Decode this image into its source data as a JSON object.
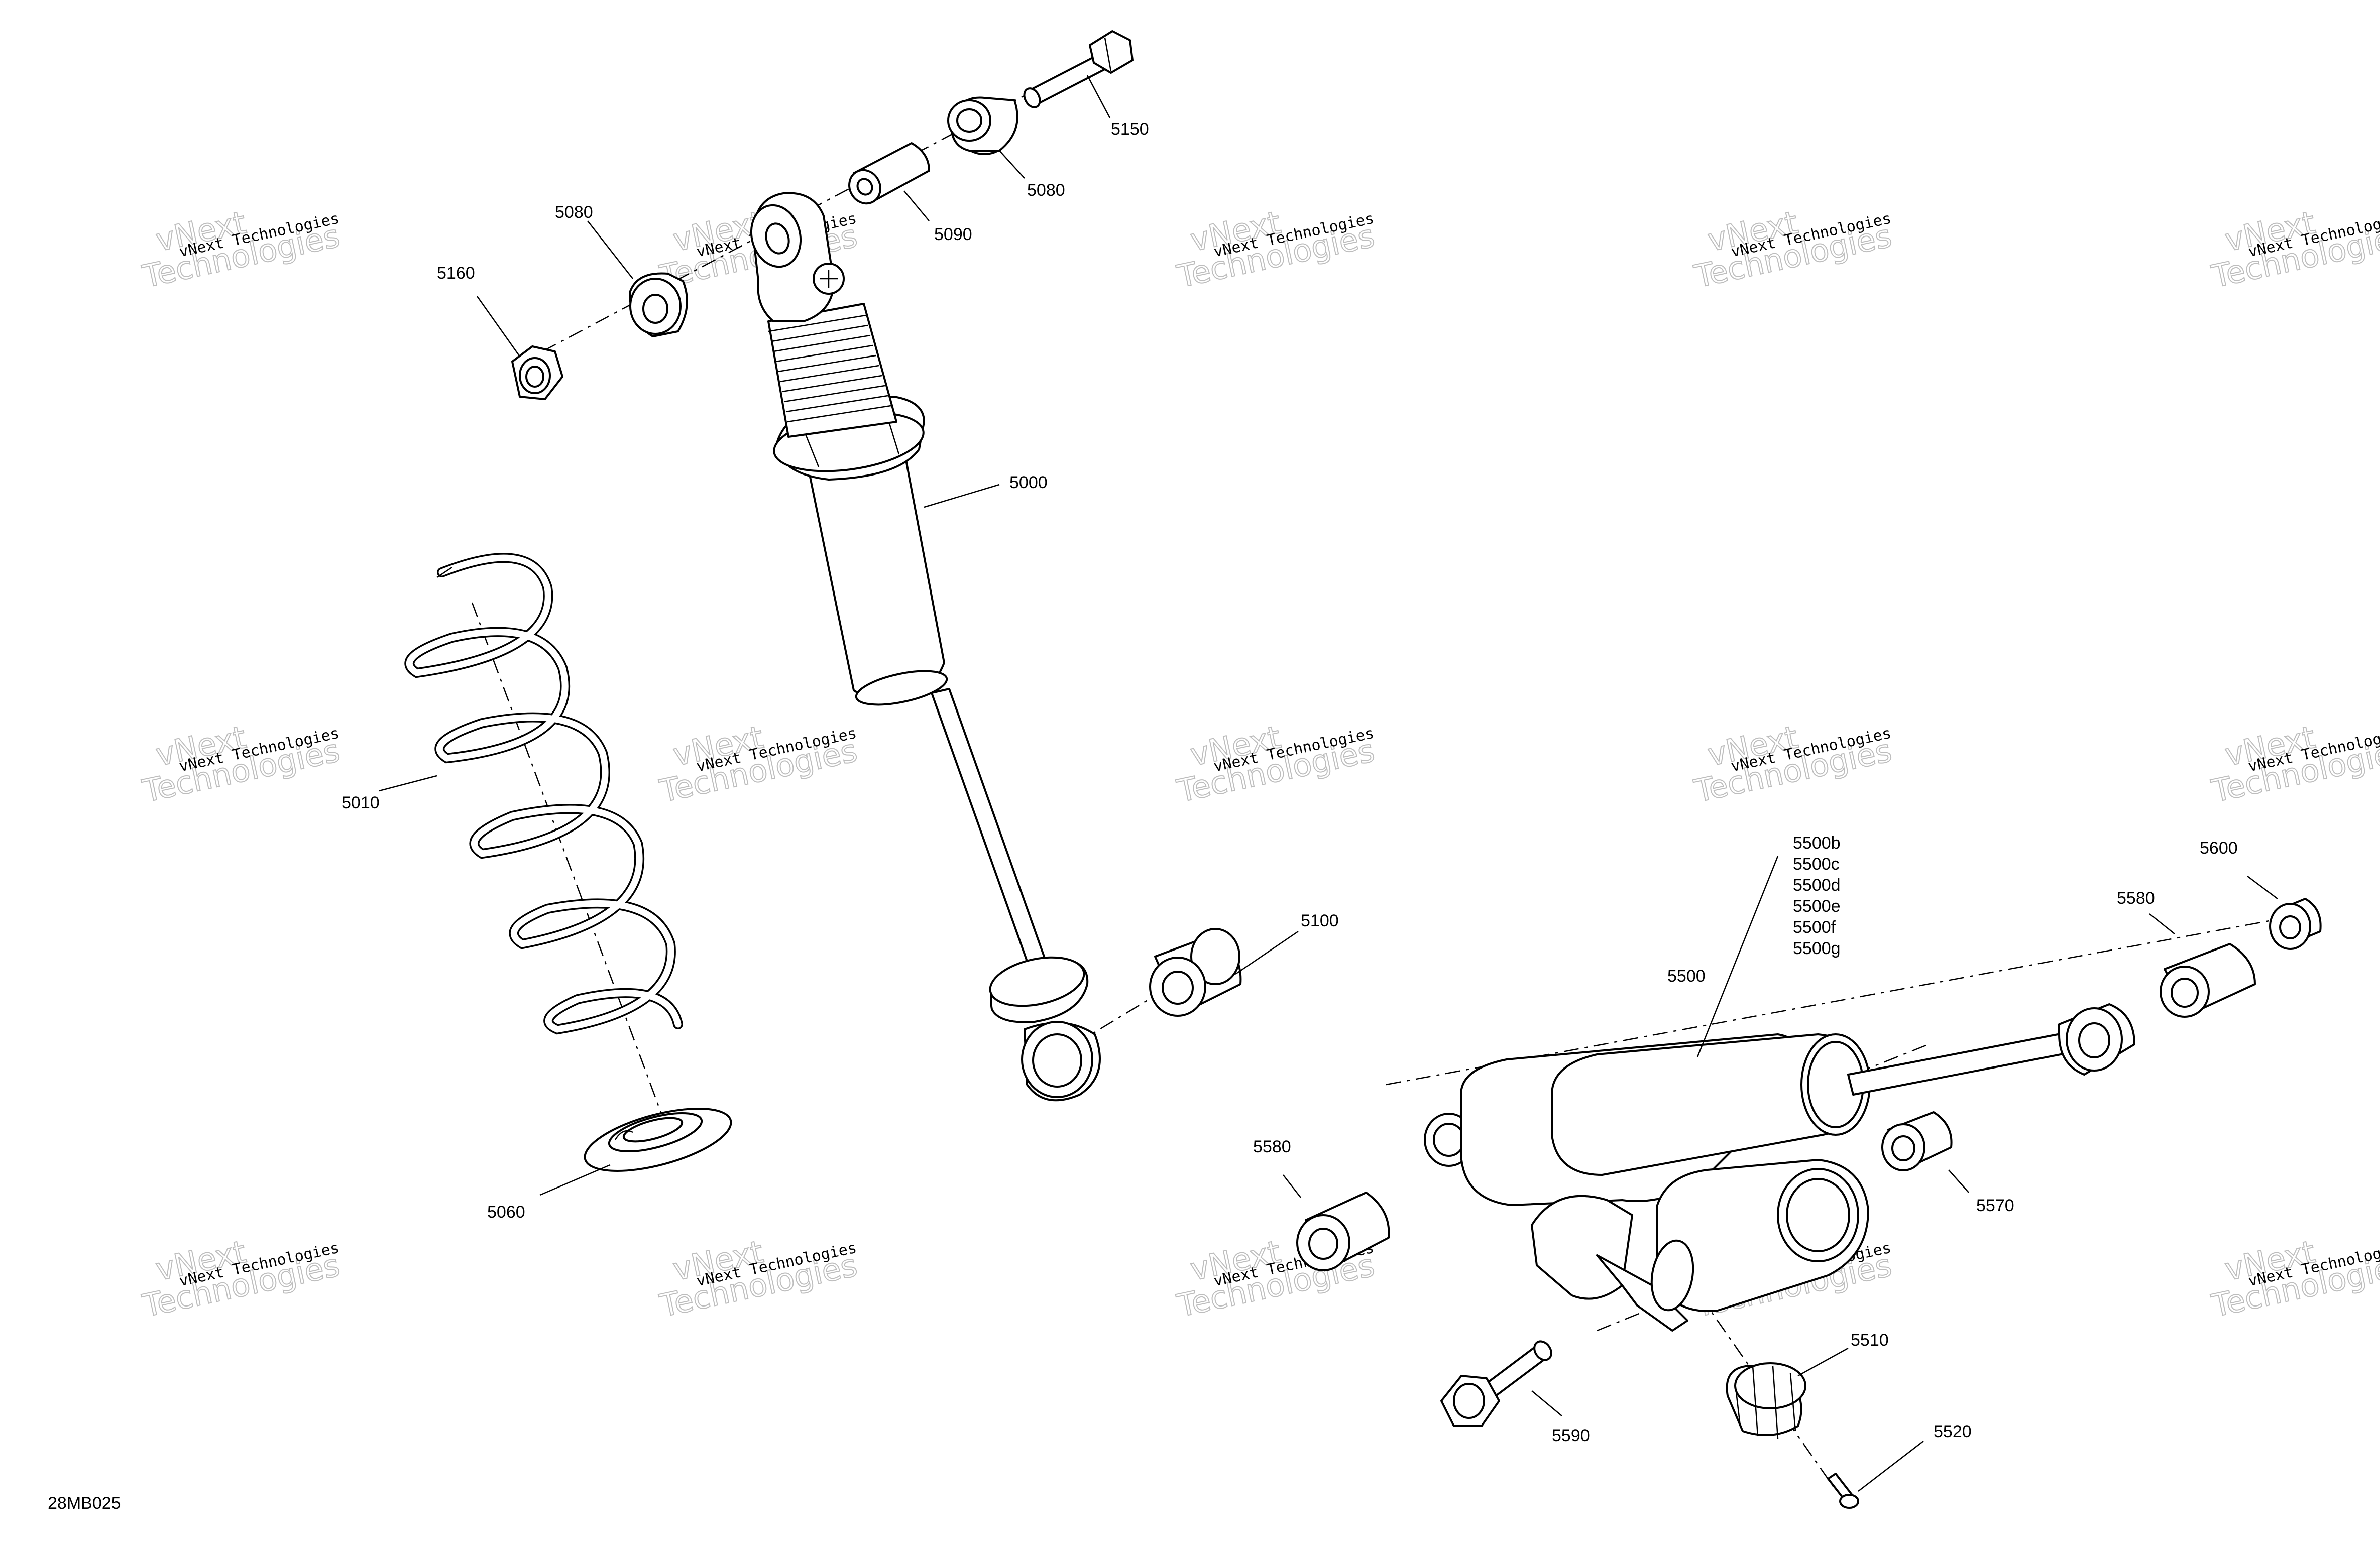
{
  "figure_ref": "28MB025",
  "watermark": {
    "line1": "vNext Technologies",
    "big_a": "vNext",
    "big_b": "Technologies"
  },
  "callouts": {
    "c5150": "5150",
    "c5080_top": "5080",
    "c5090": "5090",
    "c5080_left": "5080",
    "c5160": "5160",
    "c5000": "5000",
    "c5010": "5010",
    "c5060": "5060",
    "c5100": "5100",
    "c5500_variants": [
      "5500b",
      "5500c",
      "5500d",
      "5500e",
      "5500f",
      "5500g"
    ],
    "c5500": "5500",
    "c5600": "5600",
    "c5580_right": "5580",
    "c5580_left": "5580",
    "c5570": "5570",
    "c5510": "5510",
    "c5590": "5590",
    "c5520": "5520"
  }
}
